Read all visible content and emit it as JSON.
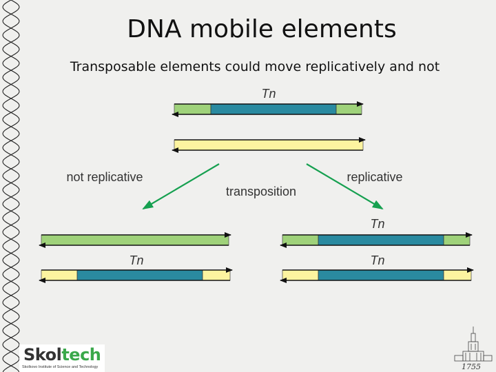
{
  "title": "DNA mobile elements",
  "subtitle": "Transposable elements could move replicatively and not",
  "diagram": {
    "element_label": "Tn",
    "left_branch_label": "not replicative",
    "right_branch_label": "replicative",
    "center_label": "transposition"
  },
  "logo": {
    "name_part1": "Skol",
    "name_part2": "tech",
    "tagline": "Skolkovo Institute of Science and Technology",
    "year": "1755"
  },
  "colors": {
    "green_strand": "#9fd27a",
    "yellow_strand": "#fdf4a0",
    "transposon": "#2a8aa0",
    "arrow_green": "#16a050"
  }
}
